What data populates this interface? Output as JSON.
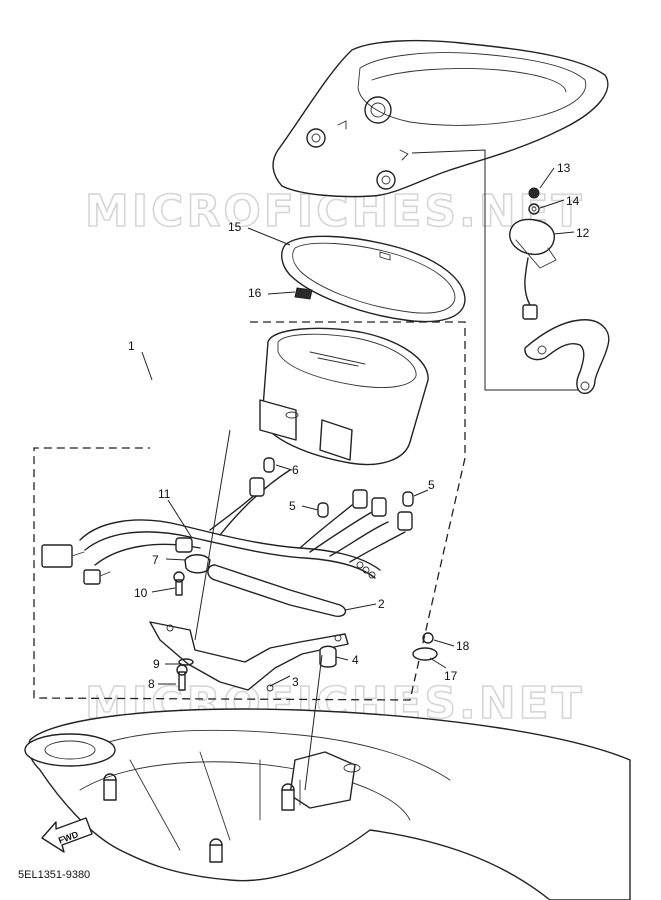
{
  "watermarks": [
    "MICROFICHES.NET",
    "MICROFICHES.NET"
  ],
  "document_code": "5EL1351-9380",
  "direction_marker": "FWD",
  "callouts": [
    {
      "id": "c1",
      "label": "1"
    },
    {
      "id": "c2",
      "label": "2"
    },
    {
      "id": "c3",
      "label": "3"
    },
    {
      "id": "c4",
      "label": "4"
    },
    {
      "id": "c5a",
      "label": "5"
    },
    {
      "id": "c5b",
      "label": "5"
    },
    {
      "id": "c6",
      "label": "6"
    },
    {
      "id": "c7",
      "label": "7"
    },
    {
      "id": "c8",
      "label": "8"
    },
    {
      "id": "c9",
      "label": "9"
    },
    {
      "id": "c10",
      "label": "10"
    },
    {
      "id": "c11",
      "label": "11"
    },
    {
      "id": "c12",
      "label": "12"
    },
    {
      "id": "c13",
      "label": "13"
    },
    {
      "id": "c14",
      "label": "14"
    },
    {
      "id": "c15",
      "label": "15"
    },
    {
      "id": "c16",
      "label": "16"
    },
    {
      "id": "c17",
      "label": "17"
    },
    {
      "id": "c18",
      "label": "18"
    }
  ]
}
